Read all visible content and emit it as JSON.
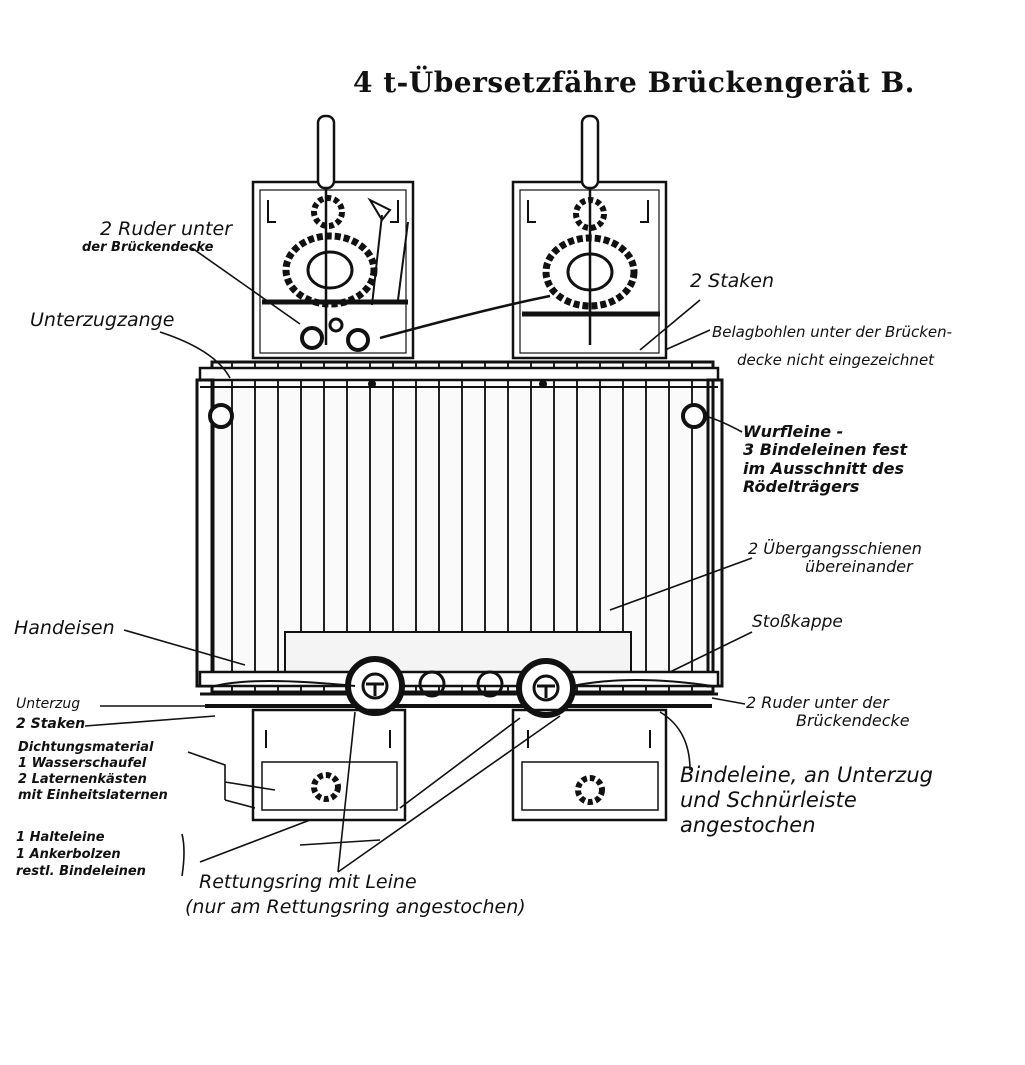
{
  "title": "4 t-Übersetzfähre Brückengerät B.",
  "labels": {
    "ruder_oben": [
      "2 Ruder unter",
      "der Brückendecke"
    ],
    "unterzugzange": "Unterzugzange",
    "staken_oben": "2 Staken",
    "belagbohlen": [
      "Belagbohlen unter der Brücken-",
      "decke nicht eingezeichnet"
    ],
    "wurfleine": [
      "Wurfleine -",
      "3 Bindeleinen fest",
      "im Ausschnitt des",
      "Rödelträgers"
    ],
    "uebergangsschienen": [
      "2 Übergangsschienen",
      "übereinander"
    ],
    "handeisen": "Handeisen",
    "stosskappe": "Stoßkappe",
    "unterzug": "Unterzug",
    "staken_unten": "2 Staken",
    "ruder_unten": [
      "2 Ruder unter der",
      "Brückendecke"
    ],
    "dichtung": [
      "Dichtungsmaterial",
      "1 Wasserschaufel",
      "2 Laternenkästen",
      "mit Einheitslaternen"
    ],
    "halteleine": [
      "1 Halteleine",
      "1 Ankerbolzen",
      "restl. Bindeleinen"
    ],
    "bindeleine": [
      "Bindeleine, an Unterzug",
      "und Schnürleiste",
      "angestochen"
    ],
    "rettungsring": [
      "Rettungsring mit Leine",
      "(nur am Rettungsring angestochen)"
    ]
  }
}
